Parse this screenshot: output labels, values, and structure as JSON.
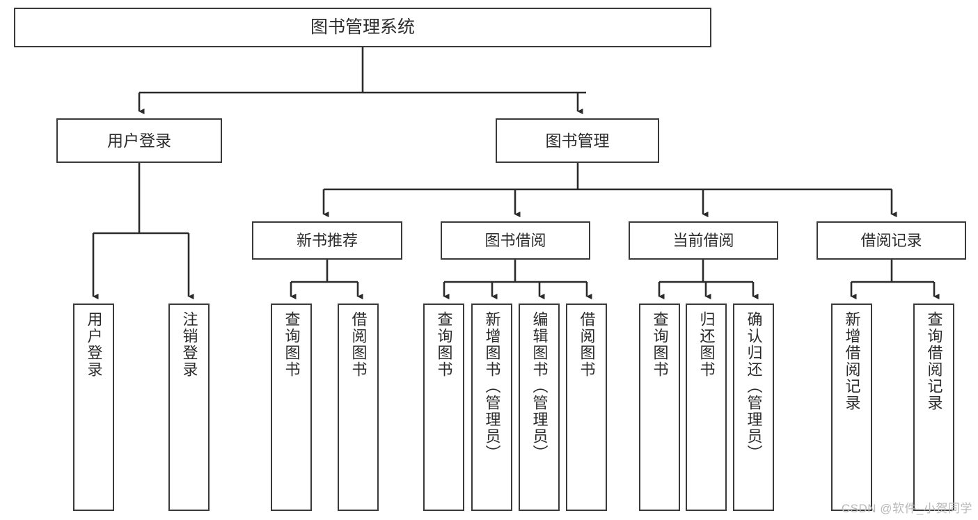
{
  "diagram": {
    "title": "图书管理系统",
    "type": "tree",
    "watermark": "CSDN @软件_小贺同学",
    "colors": {
      "background": "#ffffff",
      "box_border": "#3a3a3a",
      "box_fill": "#ffffff",
      "text": "#2b2b2b",
      "edge": "#2b2b2b",
      "watermark": "#b9b9b9"
    },
    "root": {
      "label": "图书管理系统"
    },
    "level1": [
      {
        "label": "用户登录"
      },
      {
        "label": "图书管理"
      }
    ],
    "level2": [
      {
        "label": "新书推荐"
      },
      {
        "label": "图书借阅"
      },
      {
        "label": "当前借阅"
      },
      {
        "label": "借阅记录"
      }
    ],
    "leaves": {
      "user_login": [
        {
          "label": "用户登录"
        },
        {
          "label": "注销登录"
        }
      ],
      "new_book_recommend": [
        {
          "label": "查询图书"
        },
        {
          "label": "借阅图书"
        }
      ],
      "book_borrow": [
        {
          "label": "查询图书"
        },
        {
          "label": "新增图书（管理员）"
        },
        {
          "label": "编辑图书（管理员）"
        },
        {
          "label": "借阅图书"
        }
      ],
      "current_borrow": [
        {
          "label": "查询图书"
        },
        {
          "label": "归还图书"
        },
        {
          "label": "确认归还（管理员）"
        }
      ],
      "borrow_record": [
        {
          "label": "新增借阅记录"
        },
        {
          "label": "查询借阅记录"
        }
      ]
    }
  }
}
